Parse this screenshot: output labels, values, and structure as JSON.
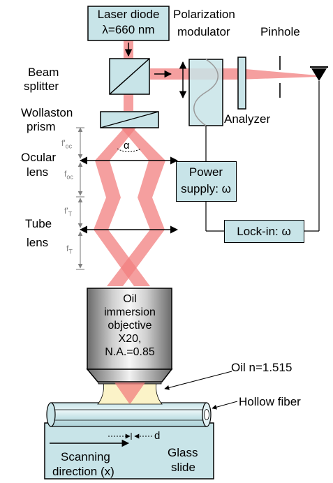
{
  "labels": {
    "laser_line1": "Laser diode",
    "laser_line2": "λ=660 nm",
    "polarization_modulator_line1": "Polarization",
    "polarization_modulator_line2": "modulator",
    "pinhole": "Pinhole",
    "beam_splitter_line1": "Beam",
    "beam_splitter_line2": "splitter",
    "wollaston_line1": "Wollaston",
    "wollaston_line2": "prism",
    "analyzer": "Analyzer",
    "alpha": "α",
    "ocular_line1": "Ocular",
    "ocular_line2": "lens",
    "tube_line1": "Tube",
    "tube_line2": "lens",
    "power_supply_line1": "Power",
    "power_supply_line2": "supply: ω",
    "lockin": "Lock-in: ω",
    "objective_lines": [
      "Oil",
      "immersion",
      "objective",
      "X20,",
      "N.A.=0.85"
    ],
    "oil": "Oil n=1.515",
    "hollow_fiber": "Hollow fiber",
    "d": "d",
    "glass_line1": "Glass",
    "glass_line2": "slide",
    "scanning_line1": "Scanning",
    "scanning_line2": "direction (x)"
  },
  "dimension_labels": {
    "f_oc_prime": {
      "base": "f'",
      "sub": "oc"
    },
    "f_oc": {
      "base": "f",
      "sub": "oc"
    },
    "f_t_prime": {
      "base": "f'",
      "sub": "T"
    },
    "f_t": {
      "base": "f",
      "sub": "T"
    }
  },
  "colors": {
    "beam": "#f27f7f",
    "beam_dark": "#e05050",
    "component_fill": "#c8e4e8",
    "dimension_gray": "#808080",
    "oil": "#fbf3c8"
  }
}
